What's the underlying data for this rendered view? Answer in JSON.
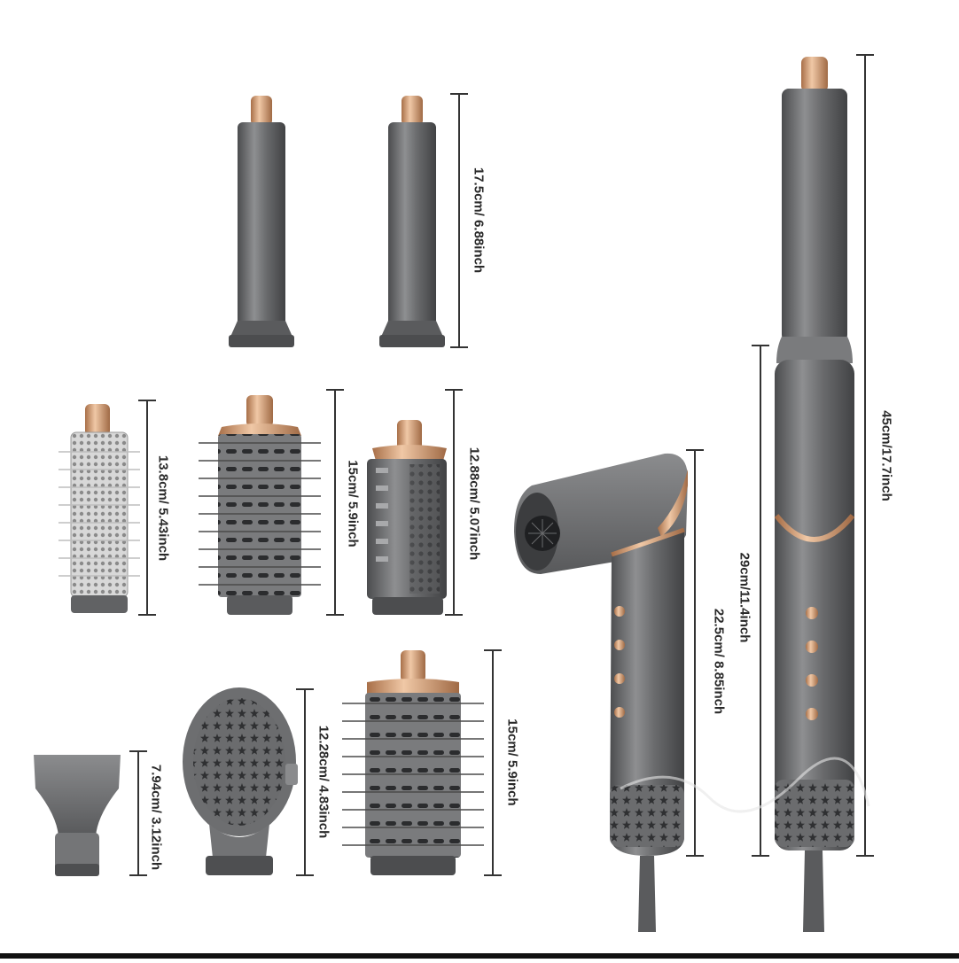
{
  "colors": {
    "background": "#ffffff",
    "body_gray": "#6f7072",
    "body_dark": "#4a4b4d",
    "body_light": "#9a9b9d",
    "rose_gold": "#d9a27a",
    "rose_gold_dark": "#b07a52",
    "dimension_line": "#333333",
    "dimension_text": "#2a2a2a"
  },
  "dimensions": {
    "barrel_curler": "17.5cm/ 6.88inch",
    "round_brush_small": "13.8cm/ 5.43inch",
    "paddle_brush": "15cm/ 5.9inch",
    "cylinder_brush": "12.88cm/ 5.07inch",
    "flat_concentrator": "7.94cm/ 3.12inch",
    "oval_diffuser": "12.28cm/ 4.83inch",
    "round_brush_large": "15cm/ 5.9inch",
    "dryer_height": "22.5cm/ 8.85inch",
    "main_body": "29cm/11.4inch",
    "total_height": "45cm/17.7inch"
  },
  "icons": {
    "curler_barrel_a": "curling-barrel-icon",
    "curler_barrel_b": "curling-barrel-icon",
    "hair_dryer": "hair-dryer-icon",
    "styler_wand": "styler-wand-icon"
  }
}
